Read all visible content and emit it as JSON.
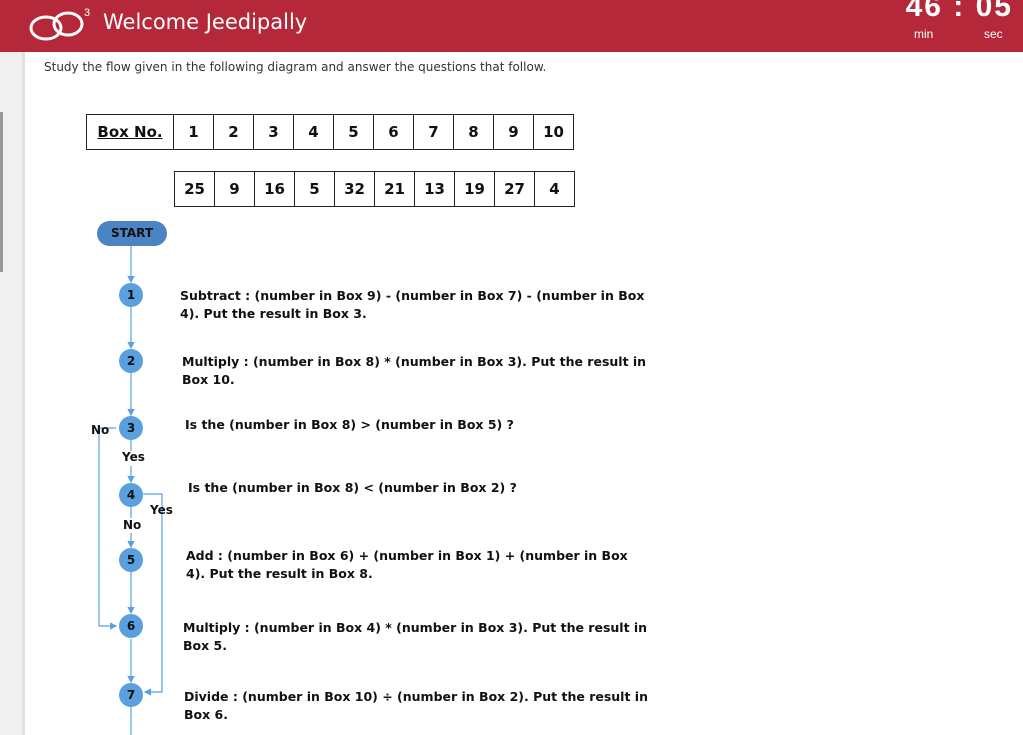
{
  "header": {
    "welcome": "Welcome Jeedipally",
    "timer_min": "46",
    "timer_sep": ":",
    "timer_sec": "05",
    "min_label": "min",
    "sec_label": "sec",
    "brand_color": "#b5283a"
  },
  "instruction": "Study the flow given in the following diagram and answer the questions that follow.",
  "box_table": {
    "header": "Box No.",
    "box_numbers": [
      "1",
      "2",
      "3",
      "4",
      "5",
      "6",
      "7",
      "8",
      "9",
      "10"
    ],
    "values": [
      "25",
      "9",
      "16",
      "5",
      "32",
      "21",
      "13",
      "19",
      "27",
      "4"
    ]
  },
  "flow": {
    "start": "START",
    "steps": [
      {
        "num": "1",
        "text": "Subtract : (number in Box 9) - (number in Box 7) - (number in Box 4). Put the result in Box 3."
      },
      {
        "num": "2",
        "text": "Multiply : (number in Box 8) * (number in Box 3). Put the result in Box 10."
      },
      {
        "num": "3",
        "text": "Is the (number in Box 8) >  (number in Box 5) ?"
      },
      {
        "num": "4",
        "text": "Is the (number in Box 8) < (number in Box 2) ?"
      },
      {
        "num": "5",
        "text": "Add : (number in Box 6) + (number in Box 1) + (number in Box 4). Put the result in Box 8."
      },
      {
        "num": "6",
        "text": "Multiply :  (number in Box 4)  * (number in Box 3). Put the result in Box 5."
      },
      {
        "num": "7",
        "text": "Divide : (number in Box 10) ÷ (number in Box 2). Put the result in Box 6."
      }
    ],
    "labels": {
      "no3": "No",
      "yes3": "Yes",
      "yes4": "Yes",
      "no4": "No"
    }
  }
}
